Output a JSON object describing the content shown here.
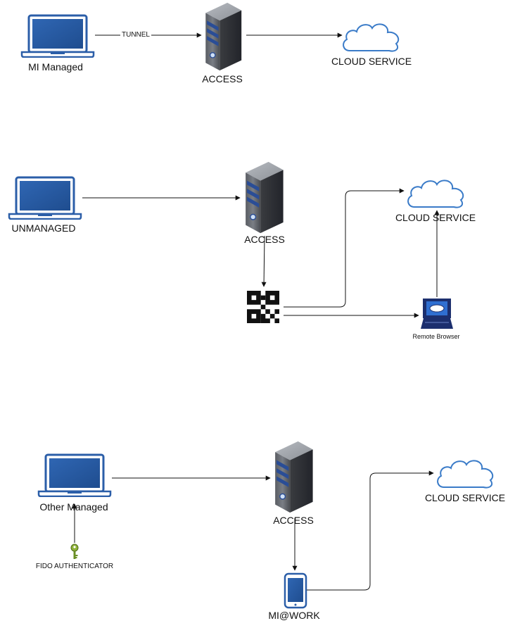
{
  "diagram": {
    "sections": [
      {
        "device_label": "MI Managed",
        "edge_label": "TUNNEL",
        "access_label": "ACCESS",
        "cloud_label": "CLOUD SERVICE"
      },
      {
        "device_label": "UNMANAGED",
        "access_label": "ACCESS",
        "cloud_label": "CLOUD SERVICE",
        "remote_browser_label": "Remote Browser"
      },
      {
        "device_label": "Other Managed",
        "access_label": "ACCESS",
        "cloud_label": "CLOUD SERVICE",
        "authenticator_label": "FIDO AUTHENTICATOR",
        "phone_label": "MI@WORK"
      }
    ]
  }
}
